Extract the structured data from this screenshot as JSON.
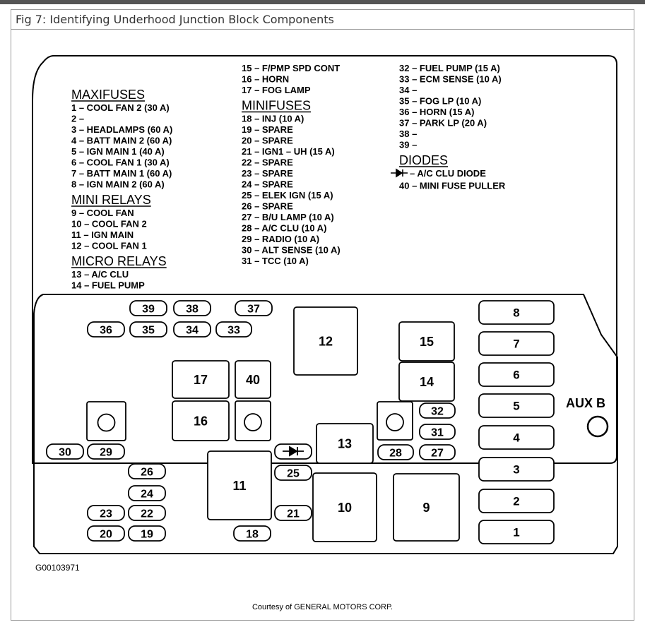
{
  "figure": {
    "title": "Fig 7: Identifying Underhood Junction Block Components",
    "code": "G00103971",
    "courtesy": "Courtesy of GENERAL MOTORS CORP."
  },
  "legend": {
    "col1": [
      {
        "kind": "heading",
        "text": "MAXIFUSES"
      },
      {
        "kind": "item",
        "text": "1 – COOL FAN 2 (30 A)"
      },
      {
        "kind": "item",
        "text": "2 –"
      },
      {
        "kind": "item",
        "text": "3 – HEADLAMPS (60 A)"
      },
      {
        "kind": "item",
        "text": "4 – BATT MAIN 2 (60 A)"
      },
      {
        "kind": "item",
        "text": "5 – IGN MAIN 1 (40 A)"
      },
      {
        "kind": "item",
        "text": "6 – COOL FAN 1 (30 A)"
      },
      {
        "kind": "item",
        "text": "7 – BATT MAIN 1 (60 A)"
      },
      {
        "kind": "item",
        "text": "8 – IGN MAIN 2 (60 A)"
      },
      {
        "kind": "heading",
        "text": "MINI RELAYS"
      },
      {
        "kind": "item",
        "text": "9 – COOL FAN"
      },
      {
        "kind": "item",
        "text": "10 – COOL FAN 2"
      },
      {
        "kind": "item",
        "text": "11 – IGN MAIN"
      },
      {
        "kind": "item",
        "text": "12 – COOL FAN 1"
      },
      {
        "kind": "heading",
        "text": "MICRO RELAYS"
      },
      {
        "kind": "item",
        "text": "13 – A/C CLU"
      },
      {
        "kind": "item",
        "text": "14 – FUEL PUMP"
      }
    ],
    "col2": [
      {
        "kind": "item",
        "text": "15 – F/PMP SPD CONT"
      },
      {
        "kind": "item",
        "text": "16 – HORN"
      },
      {
        "kind": "item",
        "text": "17 – FOG LAMP"
      },
      {
        "kind": "heading",
        "text": "MINIFUSES"
      },
      {
        "kind": "item",
        "text": "18 – INJ (10 A)"
      },
      {
        "kind": "item",
        "text": "19 – SPARE"
      },
      {
        "kind": "item",
        "text": "20 – SPARE"
      },
      {
        "kind": "item",
        "text": "21 – IGN1 – UH (15 A)"
      },
      {
        "kind": "item",
        "text": "22 – SPARE"
      },
      {
        "kind": "item",
        "text": "23 – SPARE"
      },
      {
        "kind": "item",
        "text": "24 – SPARE"
      },
      {
        "kind": "item",
        "text": "25 – ELEK IGN (15 A)"
      },
      {
        "kind": "item",
        "text": "26 – SPARE"
      },
      {
        "kind": "item",
        "text": "27 – B/U LAMP (10 A)"
      },
      {
        "kind": "item",
        "text": "28 – A/C CLU (10 A)"
      },
      {
        "kind": "item",
        "text": "29 – RADIO (10 A)"
      },
      {
        "kind": "item",
        "text": "30 – ALT SENSE (10 A)"
      },
      {
        "kind": "item",
        "text": "31 – TCC (10 A)"
      }
    ],
    "col3": [
      {
        "kind": "item",
        "text": "32 – FUEL PUMP (15 A)"
      },
      {
        "kind": "item",
        "text": "33 – ECM SENSE (10 A)"
      },
      {
        "kind": "item",
        "text": "34 –"
      },
      {
        "kind": "item",
        "text": "35 – FOG LP (10 A)"
      },
      {
        "kind": "item",
        "text": "36 – HORN (15 A)"
      },
      {
        "kind": "item",
        "text": "37 – PARK LP (20 A)"
      },
      {
        "kind": "item",
        "text": "38 –"
      },
      {
        "kind": "item",
        "text": "39 –"
      },
      {
        "kind": "heading",
        "text": "DIODES"
      },
      {
        "kind": "diode",
        "text": "– A/C CLU DIODE"
      },
      {
        "kind": "item",
        "text": "40 – MINI FUSE PULLER"
      }
    ]
  },
  "block": {
    "aux_label": "AUX B",
    "components": {
      "maxi": [
        "8",
        "7",
        "6",
        "5",
        "4",
        "3",
        "2",
        "1"
      ],
      "relays": [
        "12",
        "15",
        "14",
        "17",
        "40",
        "16",
        "13",
        "11",
        "10",
        "9"
      ],
      "minifuses": [
        "39",
        "38",
        "37",
        "36",
        "35",
        "34",
        "33",
        "32",
        "31",
        "27",
        "28",
        "30",
        "29",
        "26",
        "25",
        "24",
        "23",
        "22",
        "21",
        "20",
        "19",
        "18"
      ]
    }
  },
  "colors": {
    "ink": "#000000",
    "frame": "#9a9a9a",
    "paper": "#ffffff"
  }
}
